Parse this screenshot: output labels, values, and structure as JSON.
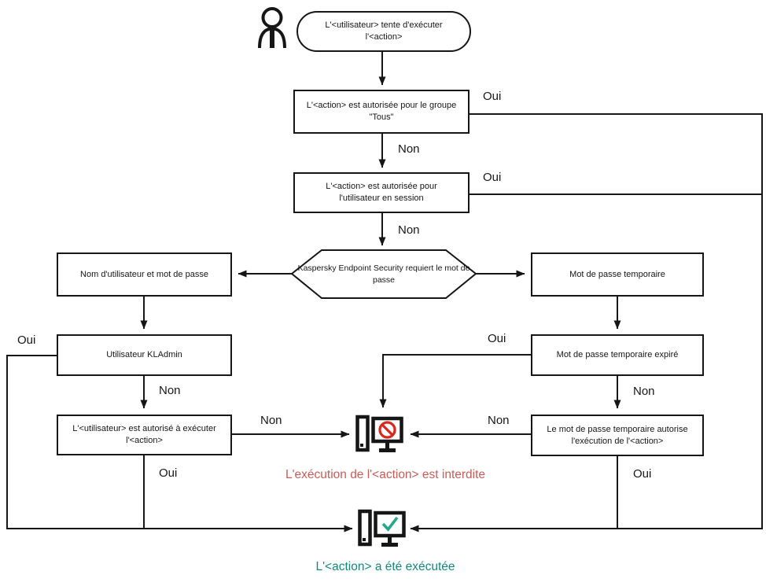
{
  "diagram": {
    "title_hint": "Password protection operating algorithm flowchart",
    "nodes": {
      "start": "L'<utilisateur>  tente d'exécuter l'<action>",
      "group_check": "L'<action> est autorisée pour le groupe \"Tous\"",
      "session_check": "L'<action> est autorisée pour l'utilisateur en session",
      "password_required": "Kaspersky Endpoint Security requiert le mot de passe",
      "username_password": "Nom d'utilisateur et mot de passe",
      "kladmin": "Utilisateur KLAdmin",
      "user_authorized": "L'<utilisateur> est autorisé à exécuter l'<action>",
      "temp_password": "Mot de passe temporaire",
      "temp_password_expired": "Mot de passe temporaire expiré",
      "temp_password_authorizes": "Le mot de passe temporaire autorise l'exécution de l'<action>"
    },
    "captions": {
      "denied": "L'exécution de l'<action> est interdite",
      "executed": "L'<action> a été exécutée"
    },
    "edge_labels": {
      "oui_group": "Oui",
      "non_group": "Non",
      "oui_session": "Oui",
      "non_session": "Non",
      "oui_kladmin": "Oui",
      "non_kladmin": "Non",
      "non_user_authorized": "Non",
      "oui_user_authorized": "Oui",
      "oui_expired": "Oui",
      "non_expired": "Non",
      "non_temp_authorizes": "Non",
      "oui_temp_authorizes": "Oui"
    },
    "icons": {
      "user": "user-icon",
      "denied_computer": "computer-with-prohibition-sign",
      "success_computer": "computer-with-checkmark"
    },
    "colors": {
      "line": "#161616",
      "denied_caption": "#c75d57",
      "prohibition_sign": "#d7271e",
      "success_check": "#26a98b",
      "executed_caption": "#13897b"
    }
  }
}
